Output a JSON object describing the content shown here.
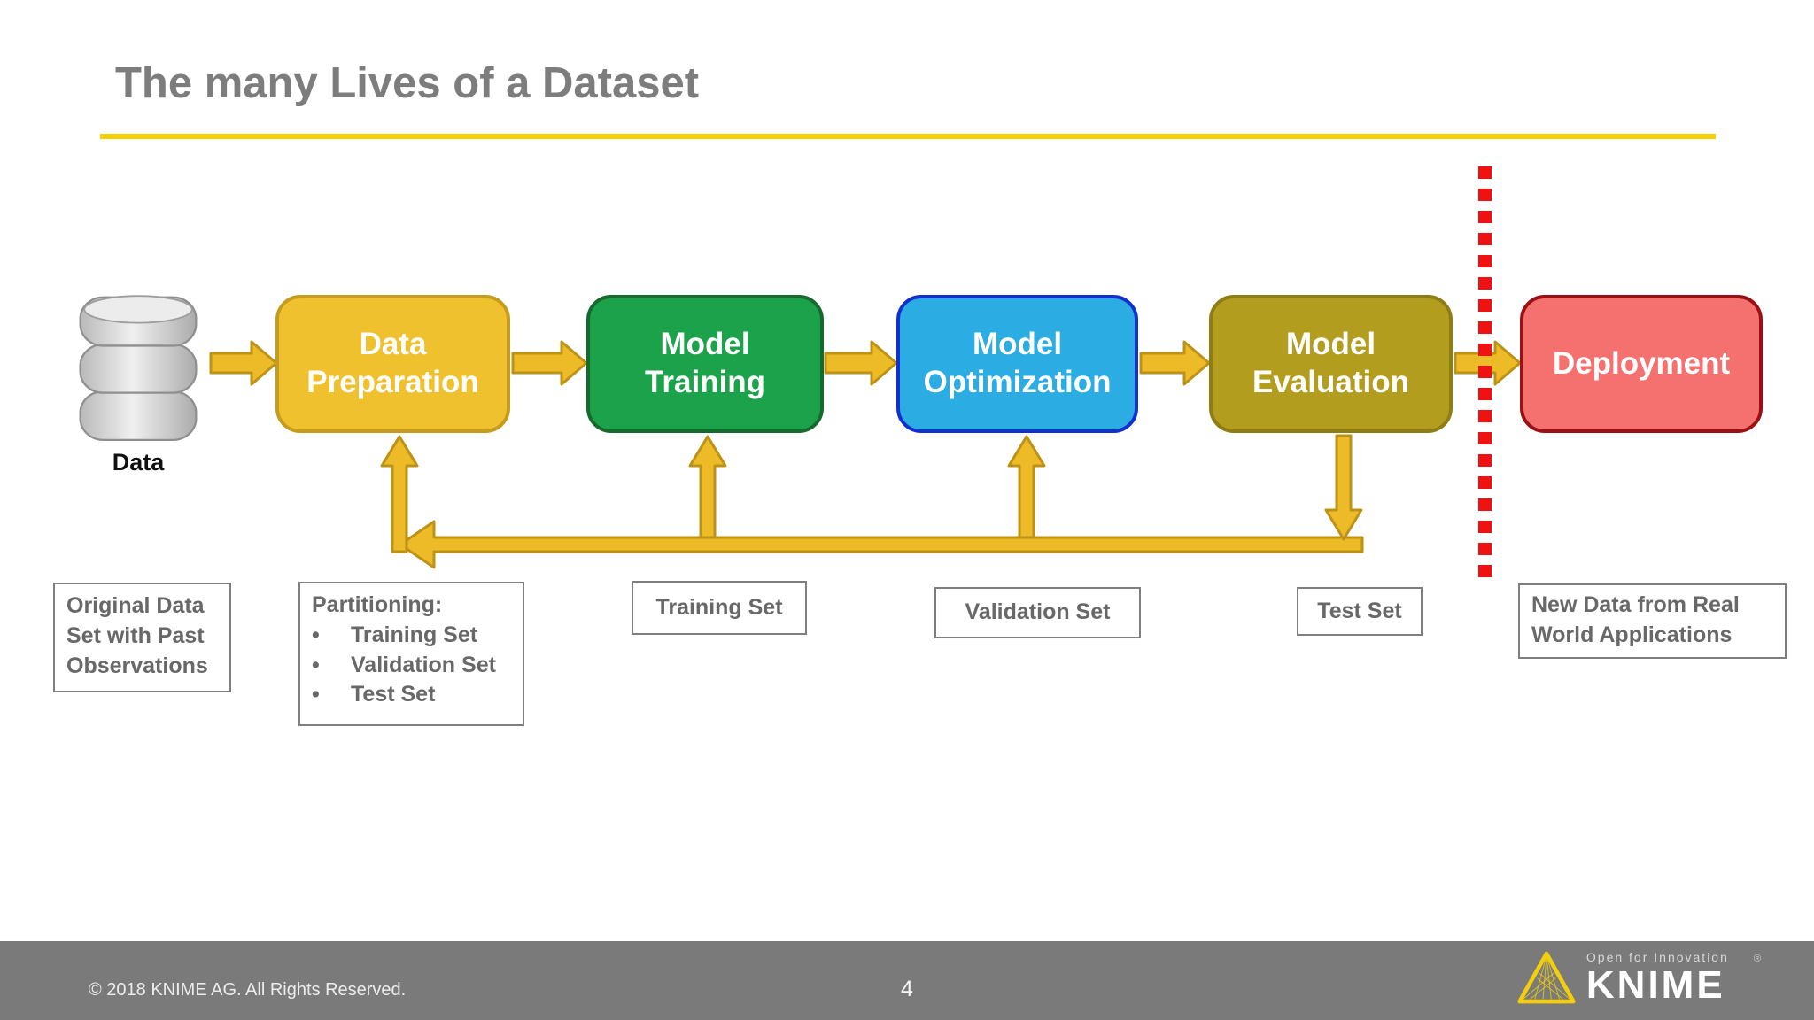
{
  "slide": {
    "title": "The many Lives of a Dataset"
  },
  "colors": {
    "title_gray": "#7d7d7d",
    "rule_yellow": "#f2d100",
    "arrow_gold_fill": "#edbb27",
    "arrow_gold_stroke": "#bd9317",
    "separator_red": "#ee1212",
    "note_border_gray": "#7f7f7f",
    "note_text_gray": "#686868",
    "footer_gray": "#7a7a7a",
    "knime_yellow": "#f2ce0d"
  },
  "data_source": {
    "icon": "database-icon",
    "label": "Data"
  },
  "flow": {
    "boxes": [
      {
        "id": "data-preparation",
        "line1": "Data",
        "line2": "Preparation",
        "fill": "#f0c12e",
        "border": "#c69c1e"
      },
      {
        "id": "model-training",
        "line1": "Model",
        "line2": "Training",
        "fill": "#1ba24a",
        "border": "#166a2e"
      },
      {
        "id": "model-optimization",
        "line1": "Model",
        "line2": "Optimization",
        "fill": "#2bace2",
        "border": "#1130ce"
      },
      {
        "id": "model-evaluation",
        "line1": "Model",
        "line2": "Evaluation",
        "fill": "#b29d1e",
        "border": "#8e7d15"
      },
      {
        "id": "deployment",
        "line1": "Deployment",
        "line2": "",
        "fill": "#f47170",
        "border": "#9b1013"
      }
    ]
  },
  "labels": {
    "original_data": "Original Data Set with Past Observations",
    "partitioning": {
      "title": "Partitioning:",
      "bullet": "•",
      "items": [
        "Training Set",
        "Validation Set",
        "Test Set"
      ]
    },
    "training_set": "Training Set",
    "validation_set": "Validation Set",
    "test_set": "Test Set",
    "new_data": "New Data from Real World Applications"
  },
  "footer": {
    "copyright": "© 2018 KNIME AG. All Rights Reserved.",
    "page_number": "4",
    "logo_tagline": "Open for Innovation",
    "logo_registered": "®",
    "logo_brand": "KNIME"
  }
}
